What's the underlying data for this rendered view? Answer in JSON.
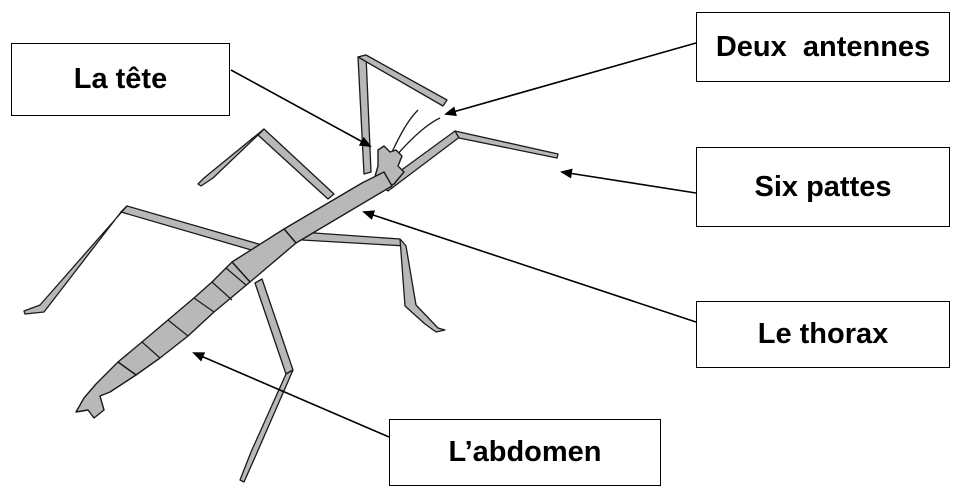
{
  "labels": {
    "head": "La tête",
    "antennae": "Deux  antennes",
    "legs": "Six pattes",
    "thorax": "Le thorax",
    "abdomen": "L’abdomen"
  },
  "colors": {
    "body_fill": "#b8b8b8",
    "outline": "#1a1a1a",
    "box_border": "#000000",
    "arrow": "#000000"
  }
}
